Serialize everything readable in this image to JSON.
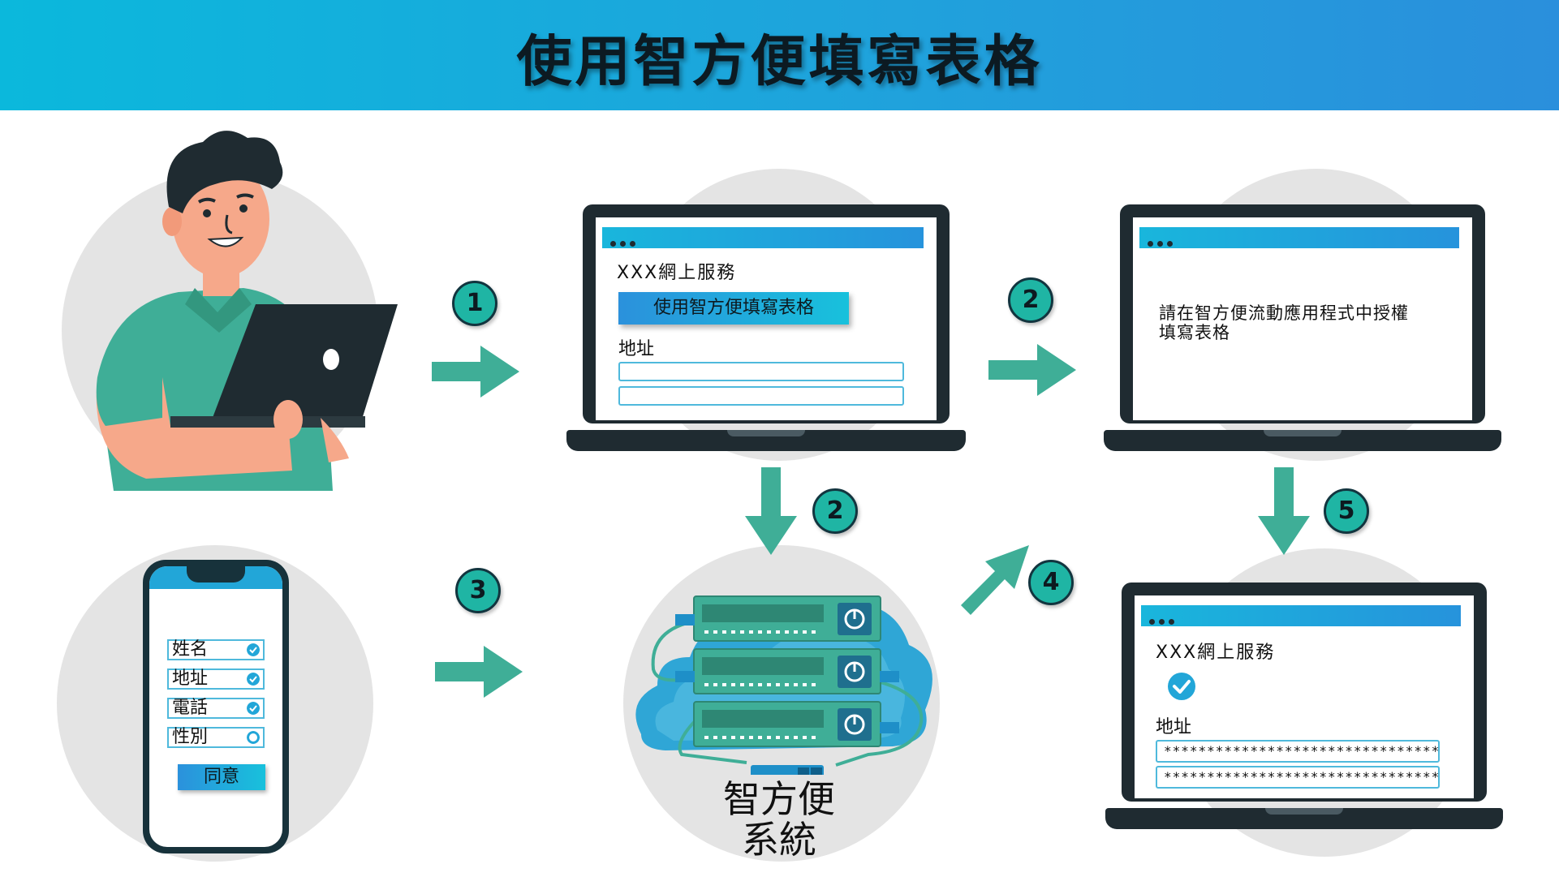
{
  "title": "使用智方便填寫表格",
  "step_badges": {
    "s1": "1",
    "s2_right": "2",
    "s2_down": "2",
    "s3": "3",
    "s4": "4",
    "s5": "5"
  },
  "laptop_form": {
    "service_name": "XXX網上服務",
    "button_label": "使用智方便填寫表格",
    "address_label": "地址"
  },
  "laptop_prompt": {
    "message": "請在智方便流動應用程式中授權填寫表格",
    "line1": "請在智方便流動應用程式中授權",
    "line2": "填寫表格"
  },
  "laptop_result": {
    "service_name": "XXX網上服務",
    "address_label": "地址",
    "masked_line_1": "********************************",
    "masked_line_2": "********************************"
  },
  "phone": {
    "fields": [
      {
        "label": "姓名",
        "checked": true
      },
      {
        "label": "地址",
        "checked": true
      },
      {
        "label": "電話",
        "checked": true
      },
      {
        "label": "性別",
        "checked": false
      }
    ],
    "agree_button": "同意"
  },
  "system": {
    "line1": "智方便",
    "line2": "系統"
  },
  "colors": {
    "header_start": "#0bb8dc",
    "header_end": "#2a8fdc",
    "arrow": "#3fae97",
    "badge": "#1fb5a4",
    "accent_blue": "#22a6d8",
    "dark": "#1f2b31",
    "circle_bg": "#e4e4e4"
  }
}
